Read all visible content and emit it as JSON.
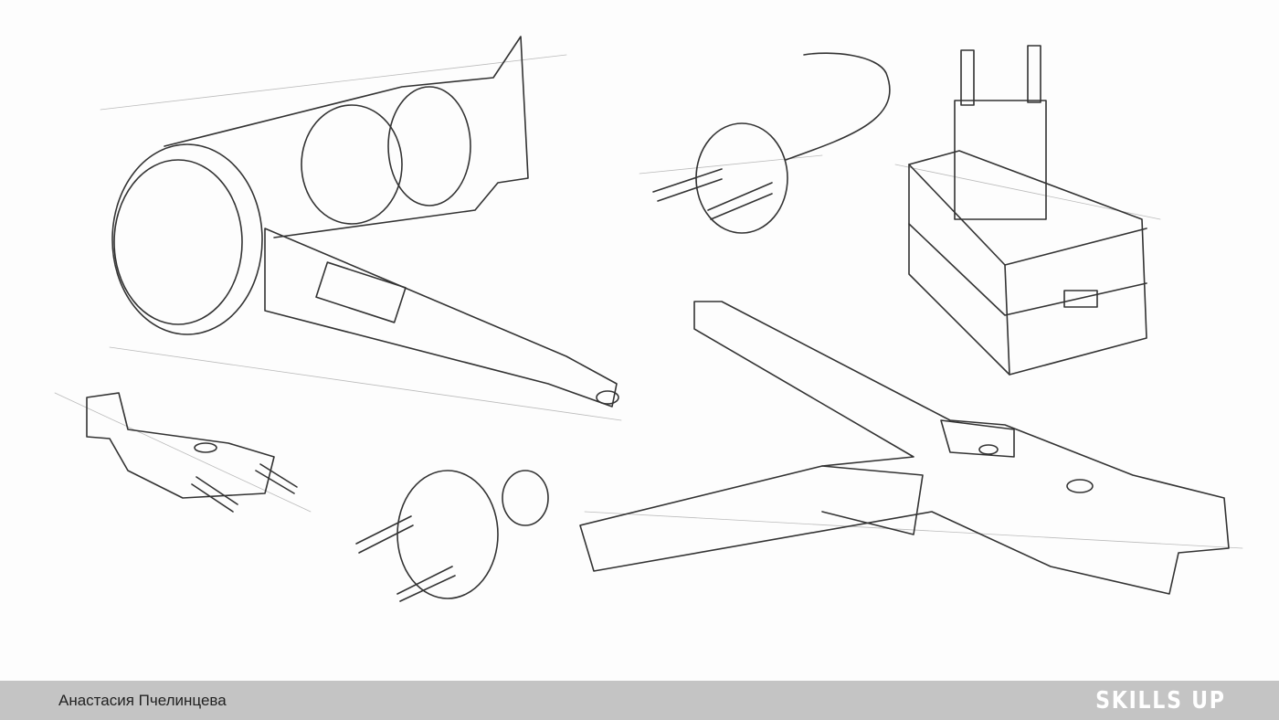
{
  "footer": {
    "author": "Анастасия Пчелинцева",
    "logo": "SKILLS UP"
  },
  "sketch_subjects": [
    "hair-dryer",
    "euro-plug-with-cord",
    "power-adapter",
    "flat-plug",
    "round-plug",
    "adjustable-wrench"
  ]
}
